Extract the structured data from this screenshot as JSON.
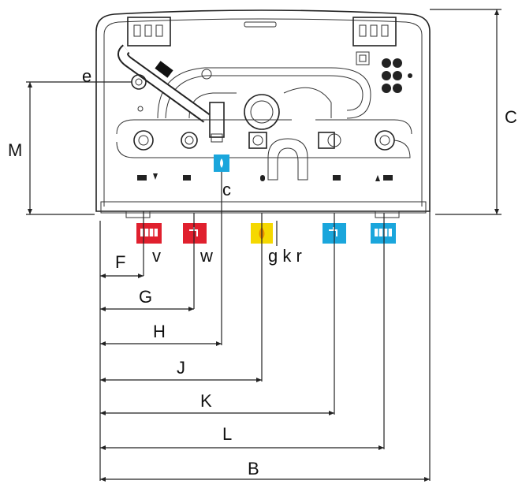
{
  "labels": {
    "e": "e",
    "M": "M",
    "C": "C",
    "c": "c",
    "v": "v",
    "w": "w",
    "gkr": "g k r",
    "F": "F",
    "G": "G",
    "H": "H",
    "J": "J",
    "K": "K",
    "L": "L",
    "B": "B"
  },
  "colors": {
    "heating": "#e0202e",
    "cold": "#1aa6dc",
    "gas": "#f5d800",
    "ink": "#222222"
  },
  "icons": {
    "heating_flow": "radiator-icon",
    "hot_water": "tap-icon",
    "cold_in": "water-drop-icon",
    "gas": "flame-icon",
    "cold_water": "tap-icon",
    "heating_return": "radiator-icon"
  }
}
